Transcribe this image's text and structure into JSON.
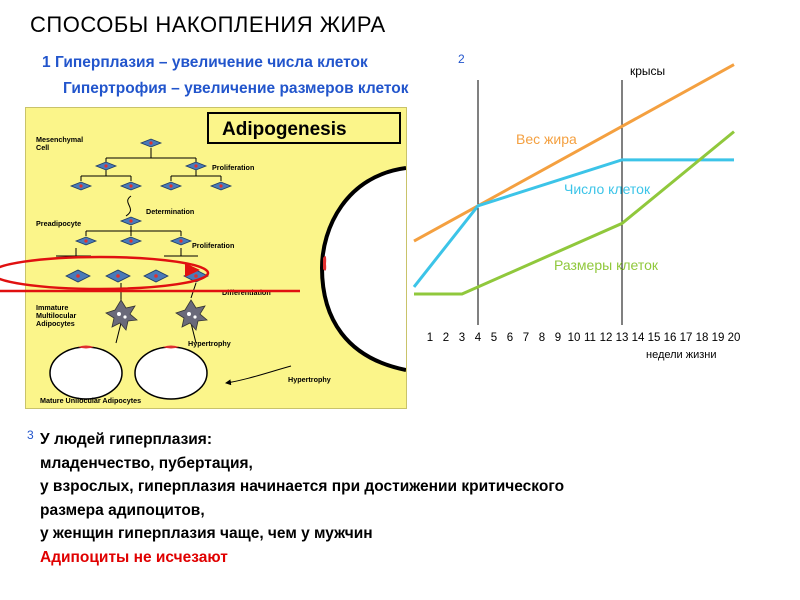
{
  "title": "СПОСОБЫ НАКОПЛЕНИЯ ЖИРА",
  "definitions": {
    "number": "1",
    "hyperplasia": "Гиперплазия – увеличение числа клеток",
    "hypertrophy": "Гипертрофия – увеличение размеров клеток"
  },
  "markers": {
    "graph": "2",
    "bottom": "3"
  },
  "adipogenesis_diagram": {
    "header": "Adipogenesis",
    "stages": {
      "mesenchymal": "Mesenchymal",
      "cell": "Cell",
      "proliferation_1": "Proliferation",
      "determination": "Determination",
      "preadipocyte": "Preadipocyte",
      "proliferation_2": "Proliferation",
      "differentiation": "Differentiation",
      "immature_1": "Immature",
      "immature_2": "Multilocular",
      "immature_3": "Adipocytes",
      "hypertrophy_1": "Hypertrophy",
      "hypertrophy_2": "Hypertrophy",
      "mature": "Mature Unilocular Adipocytes"
    }
  },
  "chart_data": {
    "type": "line",
    "annotation": "крысы",
    "xlabel": "недели жизни",
    "x_ticks": [
      1,
      2,
      3,
      4,
      5,
      6,
      7,
      8,
      9,
      10,
      11,
      12,
      13,
      14,
      15,
      16,
      17,
      18,
      19,
      20
    ],
    "x_tick_labels": [
      "1",
      "2",
      "3",
      "4",
      "5",
      "6",
      "7",
      "8",
      "9",
      "10",
      "11",
      "12",
      "13",
      "14",
      "15",
      "16",
      "17",
      "18",
      "19",
      "20"
    ],
    "vertical_markers": [
      4,
      13
    ],
    "y_axis_visible": false,
    "series": [
      {
        "name": "Вес жира",
        "color": "#f4a040",
        "points": [
          [
            0,
            15
          ],
          [
            4,
            25
          ],
          [
            20,
            65
          ]
        ]
      },
      {
        "name": "Число клеток",
        "color": "#3cc4e8",
        "points": [
          [
            0,
            2
          ],
          [
            4,
            25
          ],
          [
            13,
            38
          ],
          [
            20,
            38
          ]
        ]
      },
      {
        "name": "Размеры клеток",
        "color": "#90c83c",
        "points": [
          [
            0,
            0
          ],
          [
            3,
            0
          ],
          [
            13,
            20
          ],
          [
            20,
            46
          ]
        ]
      }
    ],
    "ylim": [
      0,
      68
    ]
  },
  "colors": {
    "heading_blue": "#2255cc",
    "conclusion_red": "#e00000",
    "panel_yellow": "#fbf58a",
    "highlight_red": "#e01010"
  },
  "conclusions": {
    "line1": "У людей гиперплазия:",
    "line2": "младенчество, пубертация,",
    "line3": "у взрослых, гиперплазия начинается при достижении критического",
    "line4": "размера адипоцитов,",
    "line5": "у женщин гиперплазия чаще, чем у мужчин",
    "line6": "Адипоциты не исчезают"
  }
}
